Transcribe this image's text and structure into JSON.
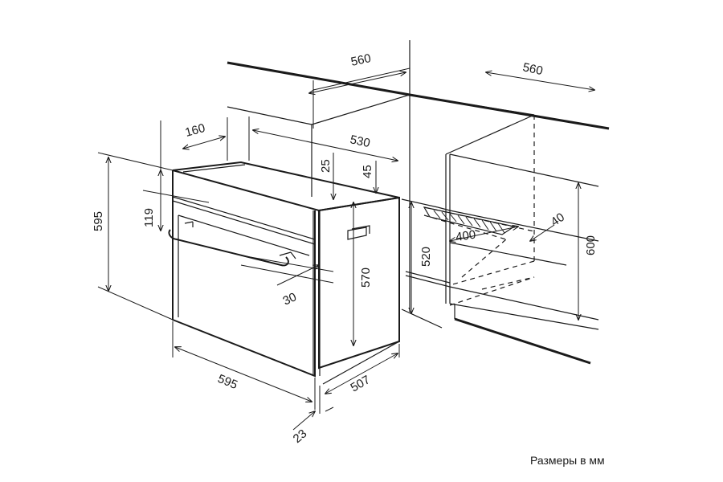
{
  "caption": "Размеры в мм",
  "dimensions": {
    "niche_width_top": "560",
    "niche_width_right": "560",
    "panel_depth": "160",
    "oven_depth_top": "530",
    "top_gap": "25",
    "top_offset": "45",
    "oven_height_left": "595",
    "panel_height": "119",
    "handle_depth": "30",
    "body_height": "570",
    "niche_height_left": "520",
    "vent_width": "400",
    "vent_depth": "40",
    "niche_height_right": "600",
    "oven_width_bottom": "595",
    "body_depth": "507",
    "front_thickness": "23"
  },
  "colors": {
    "line": "#1a1a1a",
    "background": "#ffffff"
  }
}
